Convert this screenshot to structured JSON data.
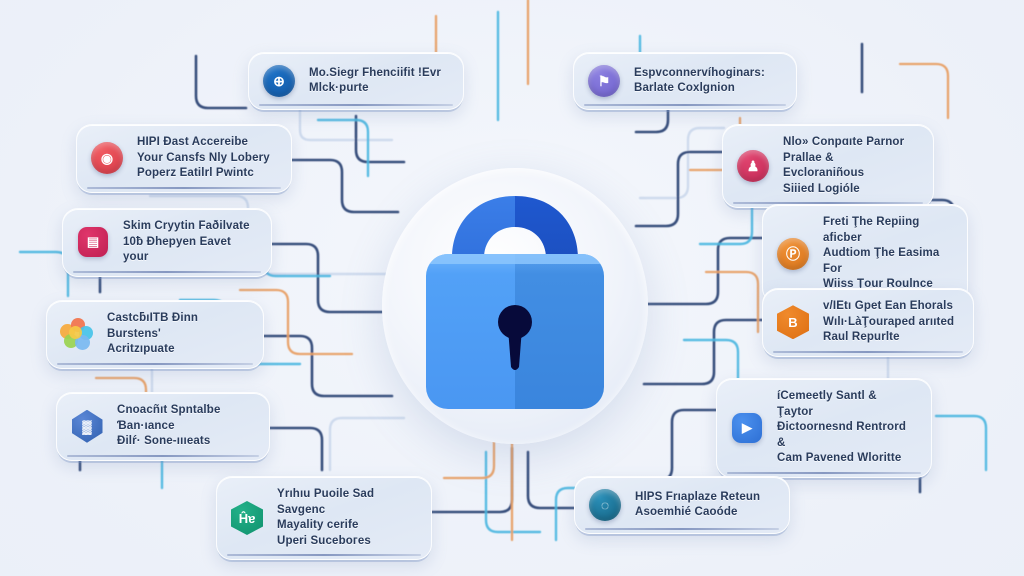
{
  "scene": {
    "title": "Security Lock Infographic",
    "background_color": "#edf1f9",
    "center_icon": "padlock-icon",
    "center_icon_colors": {
      "shackle": "#2f6ee0",
      "shackle_dark": "#1f55c8",
      "body_light": "#4d9bf5",
      "body_dark": "#3e8ae0",
      "keyhole": "#0a0b3d",
      "halo": "#eaf0fa"
    },
    "trace_colors": {
      "navy": "#21386b",
      "cyan": "#49b6e0",
      "orange": "#e8a166",
      "steel": "#7f9dc9"
    }
  },
  "cards": [
    {
      "id": "card-0",
      "icon": "compass-anchor-icon",
      "icon_style": "ic-circle",
      "icon_glyph": "⊕",
      "icon_color": "#1a6fc4",
      "icon_color2": "#1459a5",
      "text": "Mo.Siegr Fhenciifit !Evr\nMlck·purte"
    },
    {
      "id": "card-1",
      "icon": "flag-badge-icon",
      "icon_style": "ic-circle",
      "icon_glyph": "⚑",
      "icon_color": "#8b7fe0",
      "icon_color2": "#6f61cc",
      "text": "Espvconnervíhoginars:\nBarlate Coxlgnion"
    },
    {
      "id": "card-2",
      "icon": "alert-record-icon",
      "icon_style": "ic-circle",
      "icon_glyph": "◉",
      "icon_color": "#f05a60",
      "icon_color2": "#d63a48",
      "text": "HIPI Đast Accereibe\nYour Cansfs Nly Lobery\nPoperz Eatilrl Pwintc"
    },
    {
      "id": "card-3",
      "icon": "user-group-icon",
      "icon_style": "ic-circle",
      "icon_glyph": "♟",
      "icon_color": "#e0436e",
      "icon_color2": "#c22a56",
      "text": "Nlo» Conpɑıte Parnor\nPrallae & Evcloraniñous\nSiiied Logióle"
    },
    {
      "id": "card-4",
      "icon": "tag-label-icon",
      "icon_style": "ic-sq",
      "icon_glyph": "▤",
      "icon_color": "#e0366b",
      "icon_color2": "#bf1f52",
      "text": "Skim Cryytin Faðilvate\n10ƀ Đhepyen Eavet your"
    },
    {
      "id": "card-5",
      "icon": "pin-marker-icon",
      "icon_style": "ic-circle",
      "icon_glyph": "Ⓟ",
      "icon_color": "#ef8f33",
      "icon_color2": "#d8741c",
      "text": "Freti Ţhe Repiing aficber\nAudtiom Ţhe Easima For\nWiiss Ţour Roulnce"
    },
    {
      "id": "card-6",
      "icon": "color-cluster-icon",
      "icon_style": "ic-blob",
      "icon_glyph": "",
      "icon_color": "#f6a93b",
      "icon_color2": "#46c3e8",
      "text": "CastcƃıITB Đinn Burstensʹ\nAcritzıpuate"
    },
    {
      "id": "card-7",
      "icon": "shield-badge-icon",
      "icon_style": "ic-hex",
      "icon_glyph": "B",
      "icon_color": "#f08a2c",
      "icon_color2": "#dd6f12",
      "text": "ᴠ/IEtı Gpet Ean Ehorals\nWılı·LàŢouraped arııted\nRaul Repurlte"
    },
    {
      "id": "card-8",
      "icon": "database-tower-icon",
      "icon_style": "ic-diamond",
      "icon_glyph": "▓",
      "icon_color": "#5b87d6",
      "icon_color2": "#2f5fae",
      "text": "Cnoaсñıt Spntalƅe Ɓan·ıance\nĐilŕ· Sonе-ıııeats"
    },
    {
      "id": "card-9",
      "icon": "chat-bubble-icon",
      "icon_style": "ic-sq",
      "icon_glyph": "▶",
      "icon_color": "#4b90ee",
      "icon_color2": "#2d6fd4",
      "text": "íCemeetly Santl & Ţaytоr\nĐictoornеsnd Rentrord &\nCam Pavened Wlоritte"
    },
    {
      "id": "card-10",
      "icon": "package-box-icon",
      "icon_style": "ic-hex",
      "icon_glyph": "Ĥɐ",
      "icon_color": "#23b189",
      "icon_color2": "#10916d",
      "text": "Yrıhıu Puоilе Sad Savgenc\nMayality cerife\nUperi Suсеboгes"
    },
    {
      "id": "card-11",
      "icon": "globe-network-icon",
      "icon_style": "ic-circle",
      "icon_glyph": "◌",
      "icon_color": "#2a8fb8",
      "icon_color2": "#14607f",
      "text": "HlPS Frıaplaze Reteun\nAsоemhié Caoódе"
    }
  ]
}
